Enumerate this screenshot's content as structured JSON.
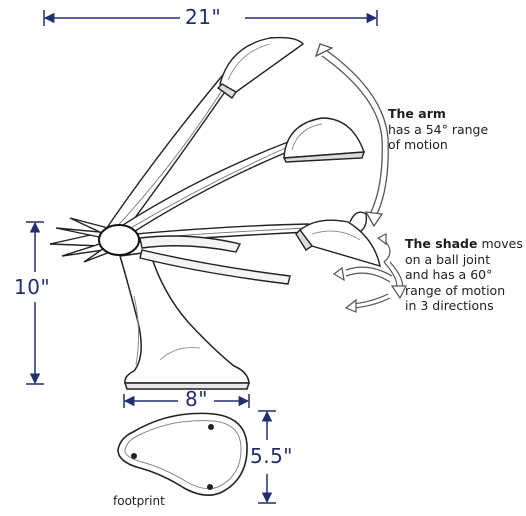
{
  "dimensions": {
    "width": "21\"",
    "height": "10\"",
    "base_width": "8\"",
    "base_depth": "5.5\""
  },
  "arm_note": {
    "title": "The arm",
    "line1": "has a 54° range",
    "line2": "of motion"
  },
  "shade_note": {
    "title": "The shade",
    "line1_rest": " moves",
    "line2": "on a ball joint",
    "line3": "and  has a 60°",
    "line4": "range of motion",
    "line5": "in 3 directions"
  },
  "footprint_label": "footprint",
  "colors": {
    "dimension": "#1f2f6e",
    "line_art": "#222222",
    "arrow": "#555555"
  }
}
